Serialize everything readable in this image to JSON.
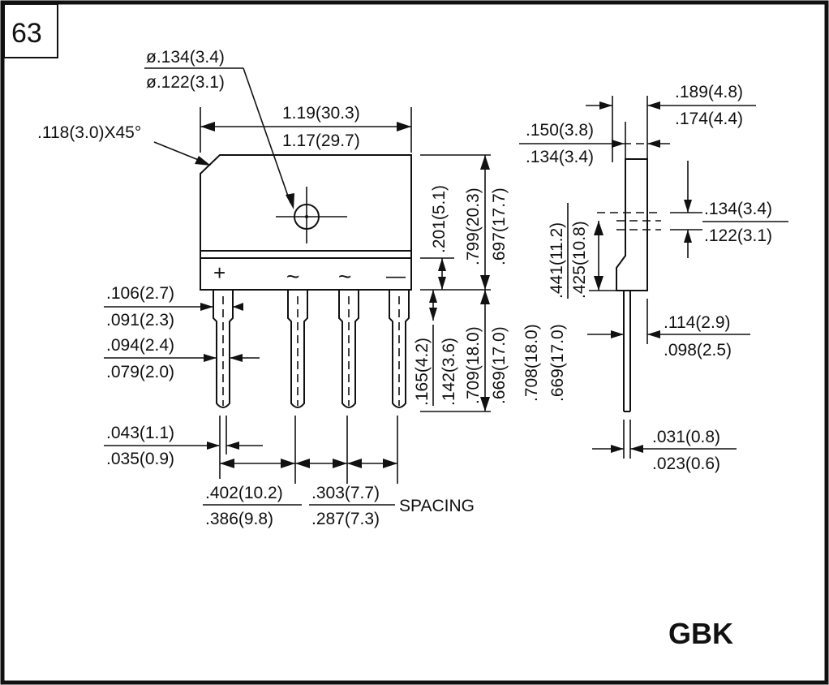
{
  "page_number": "63",
  "package_name": "GBK",
  "spacing_label": "SPACING",
  "pin_markers": {
    "plus": "+",
    "ac1": "~",
    "ac2": "~",
    "minus": "—"
  },
  "dimensions": {
    "hole_diameter_max": "ø.134(3.4)",
    "hole_diameter_min": "ø.122(3.1)",
    "chamfer": ".118(3.0)X45°",
    "body_width_max": "1.19(30.3)",
    "body_width_min": "1.17(29.7)",
    "hole_to_edge_max": ".201(5.1)",
    "body_height_max": ".799(20.3)",
    "body_height_min": ".697(17.7)",
    "step_height_max": ".165(4.2)",
    "step_height_min": ".142(3.6)",
    "lead_length_max": ".709(18.0)",
    "lead_length_min": ".669(17.0)",
    "side_lead_length_max": ".708(18.0)",
    "side_lead_length_min": ".669(17.0)",
    "lead_shoulder_max": ".106(2.7)",
    "lead_shoulder_min": ".091(2.3)",
    "lead_width_max": ".094(2.4)",
    "lead_width_min": ".079(2.0)",
    "lead_tip_max": ".043(1.1)",
    "lead_tip_min": ".035(0.9)",
    "pin_spacing_wide_max": ".402(10.2)",
    "pin_spacing_wide_min": ".386(9.8)",
    "pin_spacing_max": ".303(7.7)",
    "pin_spacing_min": ".287(7.3)",
    "body_thickness_max": ".189(4.8)",
    "body_thickness_min": ".174(4.4)",
    "tab_thickness_max": ".150(3.8)",
    "tab_thickness_min": ".134(3.4)",
    "side_hole_max": ".134(3.4)",
    "side_hole_min": ".122(3.1)",
    "side_height_max": ".441(11.2)",
    "side_height_min": ".425(10.8)",
    "side_lead_width_max": ".114(2.9)",
    "side_lead_width_min": ".098(2.5)",
    "side_lead_tip_max": ".031(0.8)",
    "side_lead_tip_min": ".023(0.6)"
  }
}
